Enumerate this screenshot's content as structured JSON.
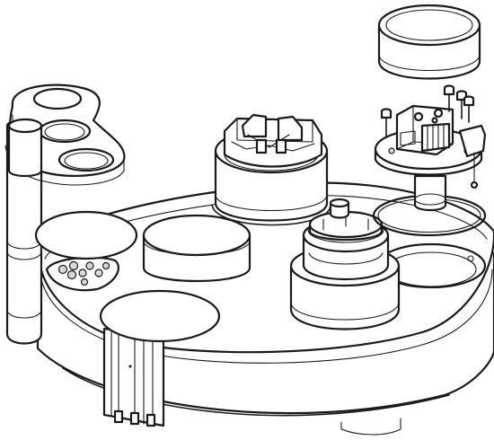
{
  "figure": {
    "kind": "exploded technical line drawing",
    "line_color": "#1a1a1a",
    "fill_color": "#ffffff",
    "shade_color": "#d9d9d9",
    "components": [
      "round-base-platform",
      "side-column-with-sample-holder",
      "control-keypad",
      "center-receptacle-with-clamp",
      "front-right-receptacle-with-motor-cap",
      "round-lid-cap",
      "motor-drive-unit",
      "mounting-screws",
      "o-ring-seal",
      "open-wells"
    ]
  }
}
